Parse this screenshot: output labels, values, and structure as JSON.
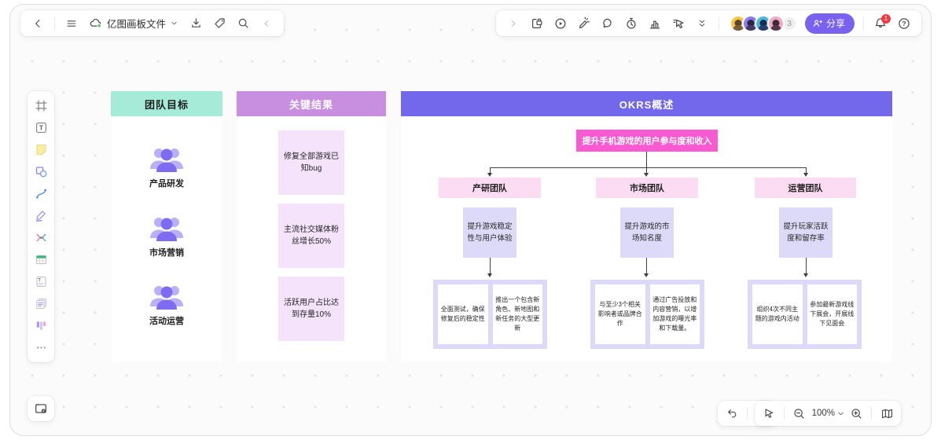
{
  "topbar": {
    "file_name": "亿图画板文件",
    "collaborators_count": "3",
    "share_label": "分享",
    "notification_badge": "1"
  },
  "icons": {
    "help_glyph": "?",
    "text_glyph": "T",
    "left_toolbar": [
      "back",
      "menu",
      "cloud-sync",
      "caret-down",
      "import",
      "tag",
      "search",
      "collapse"
    ],
    "right_toolbar": [
      "expand",
      "lock-note",
      "present-play",
      "laser-pen",
      "comment",
      "timer",
      "poll-chart",
      "pointer-laser",
      "collapse-toolbar",
      "bell",
      "help"
    ],
    "sidebar_tools": [
      "frame",
      "text",
      "sticky-note",
      "shapes",
      "connector",
      "pen",
      "mind-map",
      "table",
      "text-note",
      "cards",
      "kanban",
      "more"
    ],
    "bottom_controls": [
      "undo",
      "redo",
      "select-pointer",
      "zoom-out",
      "zoom-in",
      "minimap"
    ]
  },
  "footer": {
    "zoom_level": "100%"
  },
  "board": {
    "goals_column": {
      "title": "团队目标",
      "items": [
        {
          "label": "产品研发"
        },
        {
          "label": "市场营销"
        },
        {
          "label": "活动运营"
        }
      ]
    },
    "key_results_column": {
      "title": "关键结果",
      "items": [
        {
          "text": "修复全部游戏已知bug"
        },
        {
          "text": "主流社交媒体粉丝增长50%"
        },
        {
          "text": "活跃用户占比达到存量10%"
        }
      ]
    },
    "okrs_column": {
      "title": "OKRS概述",
      "root_objective": "提升手机游戏的用户参与度和收入",
      "teams": [
        {
          "name": "产研团队",
          "objective": "提升游戏稳定性与用户体验",
          "key_results": [
            "全面测试，确保修复后的稳定性",
            "推出一个包含新角色、新地图和新任务的大型更新"
          ]
        },
        {
          "name": "市场团队",
          "objective": "提升游戏的市场知名度",
          "key_results": [
            "与至少3个相关影响者或品牌合作",
            "通过广告投放和内容营销，以增加游戏的曝光率和下载量。"
          ]
        },
        {
          "name": "运营团队",
          "objective": "提升玩家活跃度和留存率",
          "key_results": [
            "组织4次不同主题的游戏内活动",
            "参加最新游戏线下展会，开展线下见面会"
          ]
        }
      ]
    }
  },
  "colors": {
    "goals_header": "#a6ebd7",
    "key_results_header": "#c88fe1",
    "okrs_header": "#7367ec",
    "root_objective_box": "#f75ad1",
    "team_box": "#fcdcf2",
    "objective_box": "#dcdaf8",
    "share_button": "#7b61f0",
    "notification_badge": "#f4383f",
    "cloud_sync_ok": "#35c153"
  }
}
